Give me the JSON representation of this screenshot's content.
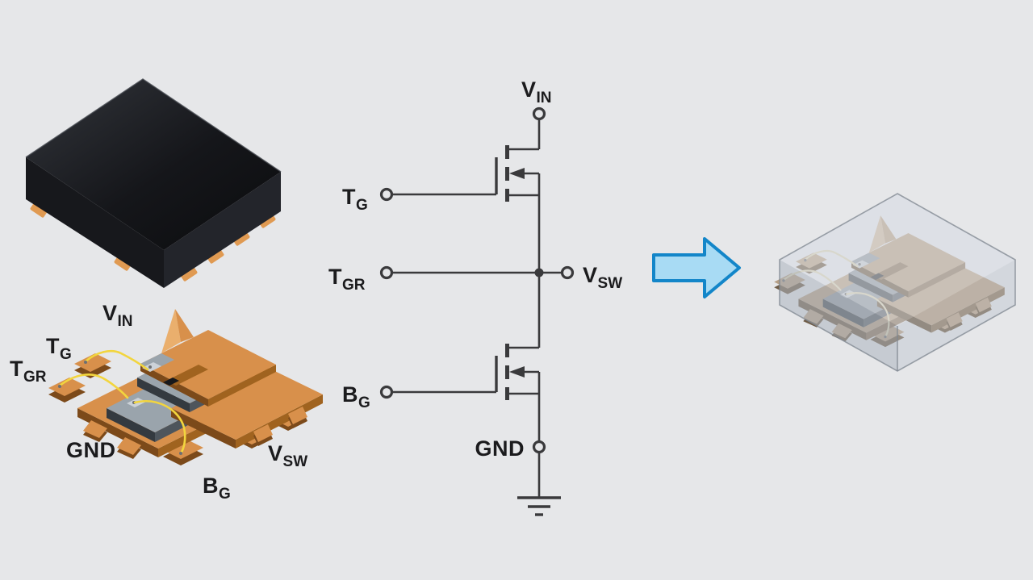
{
  "pins": {
    "vin": {
      "base": "V",
      "sub": "IN"
    },
    "tg": {
      "base": "T",
      "sub": "G"
    },
    "tgr": {
      "base": "T",
      "sub": "GR"
    },
    "vsw": {
      "base": "V",
      "sub": "SW"
    },
    "bg": {
      "base": "B",
      "sub": "G"
    },
    "gnd": {
      "base": "GND",
      "sub": ""
    }
  },
  "icons": {
    "transition_arrow": "right-block-arrow"
  },
  "colors": {
    "background": "#e6e7e9",
    "line": "#3a3a3c",
    "label": "#1b1b1d",
    "arrow_fill": "#a8dbf4",
    "arrow_stroke": "#1386c9",
    "copper": "#d8904b",
    "copper_light": "#eaaf6d",
    "copper_side": "#a0631f",
    "copper_dark": "#7c4a1a",
    "die": "#9aa4ac",
    "die_side": "#4e555c",
    "die_dark": "#343a40",
    "wire": "#f2d53e",
    "silver": "#ccd2d8",
    "chip_black": "#17181b",
    "pad_copper": "#e09a52"
  }
}
